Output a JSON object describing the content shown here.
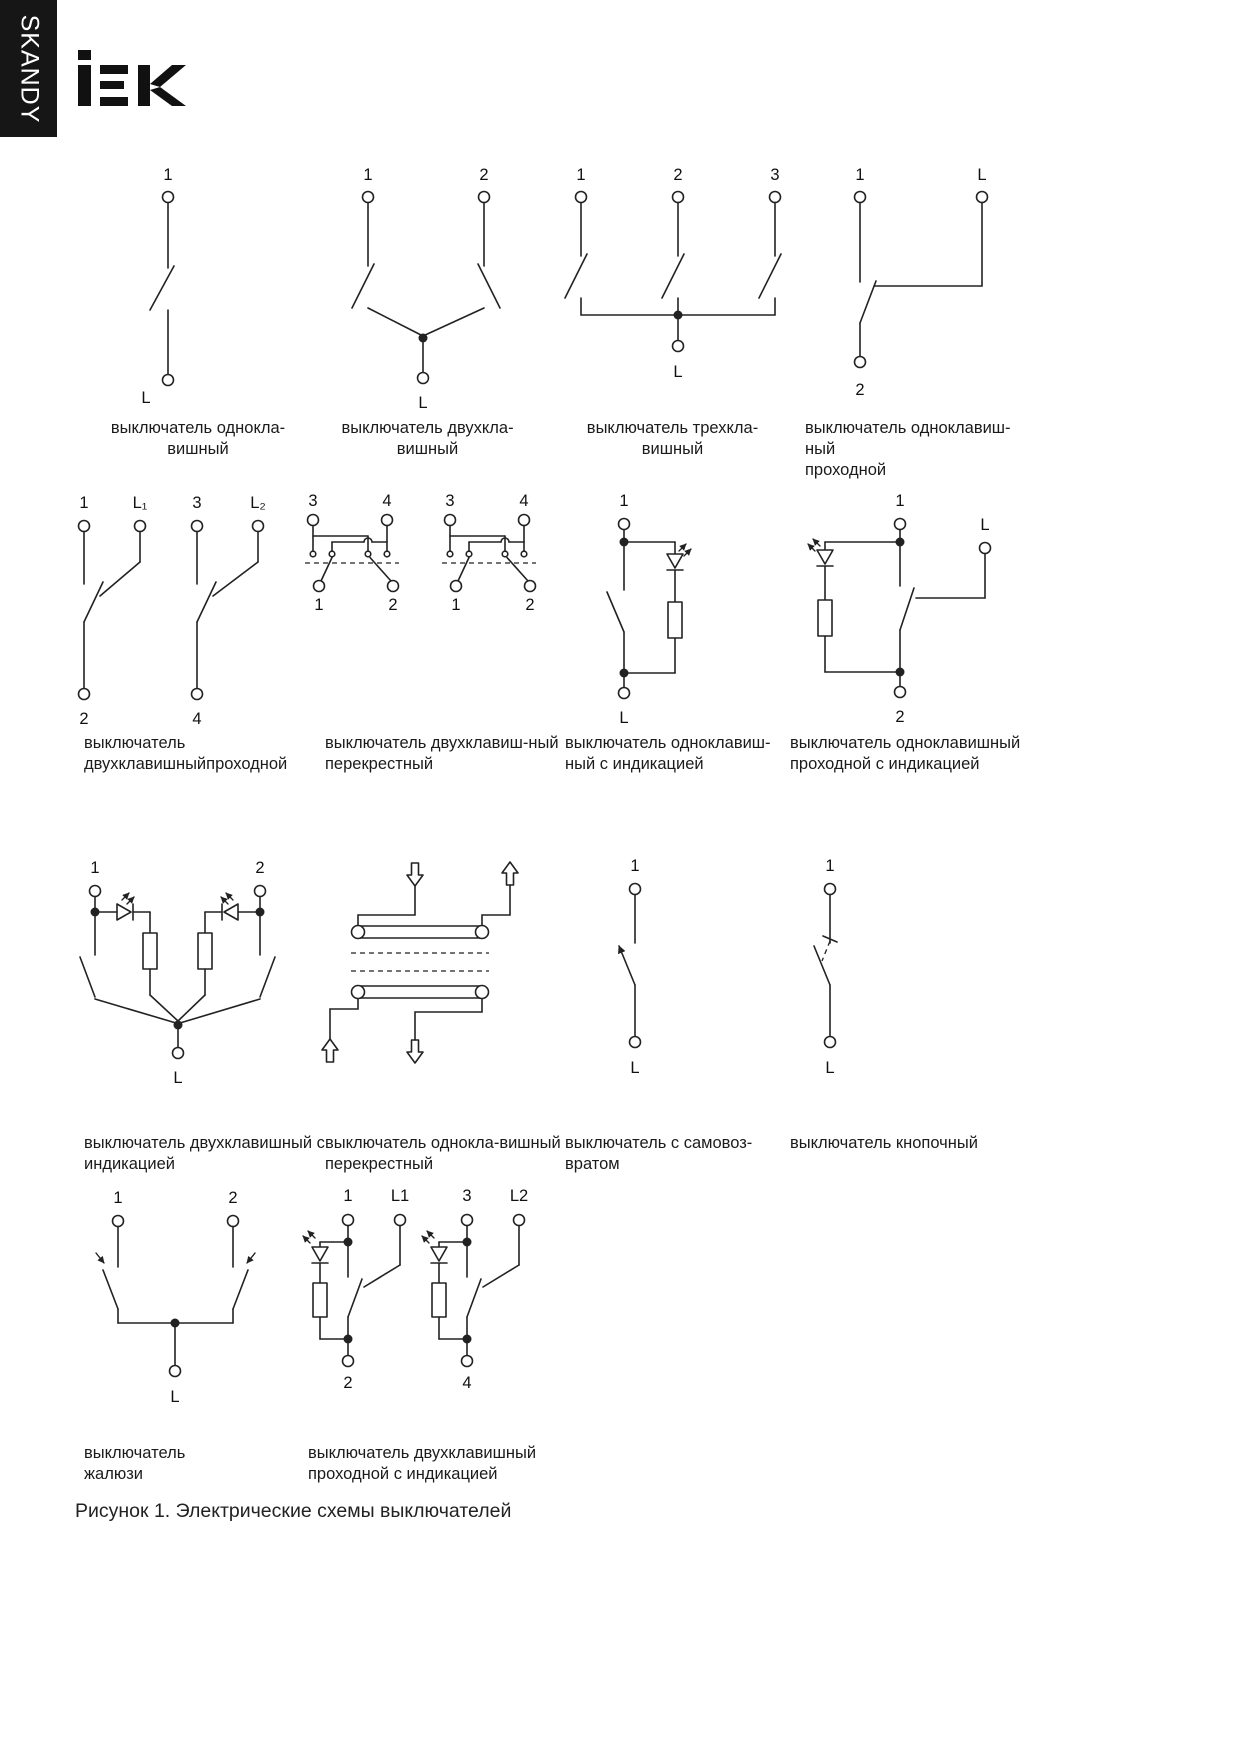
{
  "brand": {
    "sidebar": "SKANDY",
    "logo": "IEK"
  },
  "figure_caption": "Рисунок 1. Электрические схемы выключателей",
  "diagrams": {
    "single": {
      "caption": "выключатель однокла-вишный",
      "t1": "1",
      "tL": "L"
    },
    "double": {
      "caption": "выключатель двухкла-вишный",
      "t1": "1",
      "t2": "2",
      "tL": "L"
    },
    "triple": {
      "caption": "выключатель трехкла-вишный",
      "t1": "1",
      "t2": "2",
      "t3": "3",
      "tL": "L"
    },
    "single_pass": {
      "caption": "выключатель одноклавиш-ный\nпроходной",
      "t1": "1",
      "tL": "L",
      "t2": "2"
    },
    "double_pass": {
      "caption": "выключатель\nдвухклавишныйпроходной",
      "t1": "1",
      "tl1": "L₁",
      "t3": "3",
      "tl2": "L₂",
      "t2": "2",
      "t4": "4"
    },
    "double_cross": {
      "caption": "выключатель двухклавиш-ный\nперекрестный",
      "top1": "3",
      "top2": "4",
      "bot1": "1",
      "bot2": "2"
    },
    "single_ind": {
      "caption": "выключатель одноклавиш-\nный с индикацией",
      "t1": "1",
      "tL": "L"
    },
    "single_pass_ind": {
      "caption": "выключатель одноклавишный\nпроходной с индикацией",
      "t1": "1",
      "tL": "L",
      "t2": "2"
    },
    "double_ind": {
      "caption": "выключатель двухклавишный с\nиндикацией",
      "t1": "1",
      "t2": "2",
      "tL": "L"
    },
    "single_cross": {
      "caption": "выключатель однокла-вишный\nперекрестный"
    },
    "self_return": {
      "caption": "выключатель с самовоз-\nвратом",
      "t1": "1",
      "tL": "L"
    },
    "push_button": {
      "caption": "выключатель кнопочный",
      "t1": "1",
      "tL": "L"
    },
    "blinds": {
      "caption": "выключатель\nжалюзи",
      "t1": "1",
      "t2": "2",
      "tL": "L"
    },
    "double_pass_ind": {
      "caption": "выключатель двухклавишный\nпроходной с индикацией",
      "t1": "1",
      "tl1": "L1",
      "t3": "3",
      "tl2": "L2",
      "t2": "2",
      "t4": "4"
    }
  }
}
